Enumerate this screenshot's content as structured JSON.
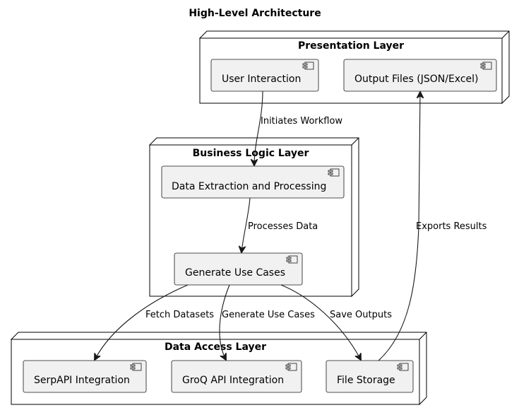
{
  "diagram": {
    "title": "High-Level Architecture",
    "layers": {
      "presentation": {
        "title": "Presentation Layer",
        "components": {
          "user_interaction": "User Interaction",
          "output_files": "Output Files (JSON/Excel)"
        }
      },
      "business": {
        "title": "Business Logic Layer",
        "components": {
          "data_extraction": "Data Extraction and Processing",
          "generate_use_cases": "Generate Use Cases"
        }
      },
      "data_access": {
        "title": "Data Access Layer",
        "components": {
          "serpapi": "SerpAPI Integration",
          "groq": "GroQ API Integration",
          "file_storage": "File Storage"
        }
      }
    },
    "edges": {
      "initiates_workflow": "Initiates Workflow",
      "processes_data": "Processes Data",
      "fetch_datasets": "Fetch Datasets",
      "generate_use_cases": "Generate Use Cases",
      "save_outputs": "Save Outputs",
      "exports_results": "Exports Results"
    }
  }
}
